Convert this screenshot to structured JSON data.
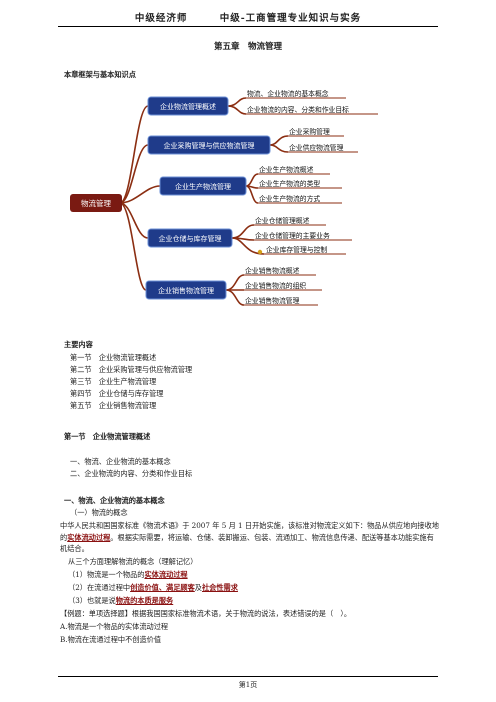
{
  "header": {
    "left": "中级经济师",
    "right": "中级-工商管理专业知识与实务"
  },
  "chapter_title": "第五章　物流管理",
  "framework_title": "本章框架与基本知识点",
  "mindmap": {
    "root": "物流管理",
    "branches": [
      {
        "label": "企业物流管理概述",
        "leaves": [
          "物流、企业物流的基本概念",
          "企业物流的内容、分类和作业目标"
        ]
      },
      {
        "label": "企业采购管理与供应物流管理",
        "leaves": [
          "企业采购管理",
          "企业供应物流管理"
        ]
      },
      {
        "label": "企业生产物流管理",
        "leaves": [
          "企业生产物流概述",
          "企业生产物流的类型",
          "企业生产物流的方式"
        ]
      },
      {
        "label": "企业仓储与库存管理",
        "leaves": [
          "企业仓储管理概述",
          "企业仓储管理的主要业务",
          "企业库存管理与控制"
        ]
      },
      {
        "label": "企业销售物流管理",
        "leaves": [
          "企业销售物流概述",
          "企业销售物流的组织",
          "企业销售物流管理"
        ]
      }
    ]
  },
  "main_content": {
    "title": "主要内容",
    "items": [
      "第一节　企业物流管理概述",
      "第二节　企业采购管理与供应物流管理",
      "第三节　企业生产物流管理",
      "第四节　企业仓储与库存管理",
      "第五节　企业销售物流管理"
    ]
  },
  "section1": {
    "title": "第一节　企业物流管理概述",
    "outline": [
      "一、物流、企业物流的基本概念",
      "二、企业物流的内容、分类和作业目标"
    ],
    "sub_title": "一、物流、企业物流的基本概念",
    "sub_sub": "（一）物流的概念",
    "para1_a": "中华人民共和国国家标准《物流术语》于 2007 年 5 月 1 日开始实施，该标准对物流定义如下：物品从供应地向接收地的",
    "para1_hl": "实体流动过程",
    "para1_b": "。根据实际需要，将运输、仓储、装卸搬运、包装、流通加工、物流信息传递、配送等基本功能实施有机结合。",
    "three_aspects": "从三个方面理解物流的概念（理解记忆）",
    "p1_a": "（1）物流是一个物品的",
    "p1_hl": "实体流动过程",
    "p2_a": "（2）在流通过程中",
    "p2_hl1": "创造价值、满足顾客",
    "p2_mid": "及",
    "p2_hl2": "社会性需求",
    "p3_a": "（3）也就是说",
    "p3_hl": "物流的本质是服务",
    "example": "【例题：单项选择题】根据我国国家标准物流术语，关于物流的说法，表述错误的是（　）。",
    "opt_a": "A.物流是一个物品的实体流动过程",
    "opt_b": "B.物流在流通过程中不创造价值"
  },
  "footer": "第1页",
  "colors": {
    "node_fill": "#1f3b8a",
    "root_fill": "#7a1a12",
    "line": "#8b2e12"
  }
}
